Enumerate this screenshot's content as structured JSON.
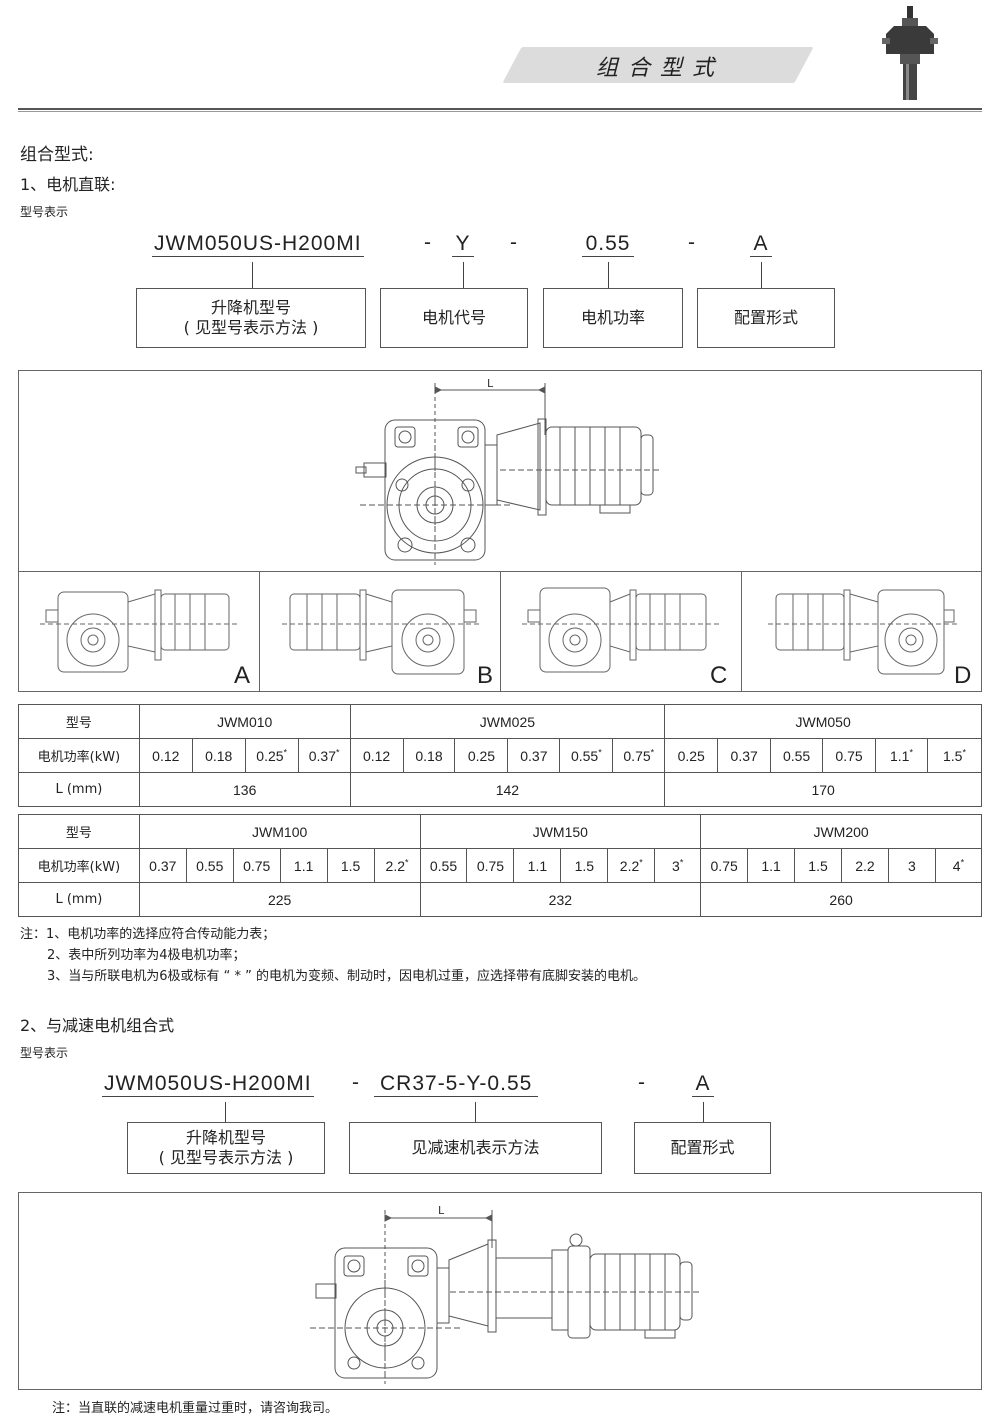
{
  "header": {
    "title": "组合型式"
  },
  "section_title": "组合型式:",
  "part1": {
    "heading": "1、电机直联:",
    "model_label": "型号表示",
    "model_parts": [
      "JWM050US-H200MI",
      "-",
      "Y",
      "-",
      "0.55",
      "-",
      "A"
    ],
    "boxes": [
      {
        "line1": "升降机型号",
        "line2": "( 见型号表示方法 )"
      },
      {
        "line1": "电机代号",
        "line2": ""
      },
      {
        "line1": "电机功率",
        "line2": ""
      },
      {
        "line1": "配置形式",
        "line2": ""
      }
    ],
    "dim_label": "L",
    "positions": [
      "A",
      "B",
      "C",
      "D"
    ]
  },
  "table1": {
    "row_labels": [
      "型号",
      "电机功率(kW)",
      "L (mm)"
    ],
    "groups": [
      {
        "model": "JWM010",
        "powers": [
          {
            "v": "0.12",
            "s": ""
          },
          {
            "v": "0.18",
            "s": ""
          },
          {
            "v": "0.25",
            "s": "*"
          },
          {
            "v": "0.37",
            "s": "*"
          }
        ],
        "L": "136"
      },
      {
        "model": "JWM025",
        "powers": [
          {
            "v": "0.12",
            "s": ""
          },
          {
            "v": "0.18",
            "s": ""
          },
          {
            "v": "0.25",
            "s": ""
          },
          {
            "v": "0.37",
            "s": ""
          },
          {
            "v": "0.55",
            "s": "*"
          },
          {
            "v": "0.75",
            "s": "*"
          }
        ],
        "L": "142"
      },
      {
        "model": "JWM050",
        "powers": [
          {
            "v": "0.25",
            "s": ""
          },
          {
            "v": "0.37",
            "s": ""
          },
          {
            "v": "0.55",
            "s": ""
          },
          {
            "v": "0.75",
            "s": ""
          },
          {
            "v": "1.1",
            "s": "*"
          },
          {
            "v": "1.5",
            "s": "*"
          }
        ],
        "L": "170"
      }
    ]
  },
  "table2": {
    "row_labels": [
      "型号",
      "电机功率(kW)",
      "L (mm)"
    ],
    "groups": [
      {
        "model": "JWM100",
        "powers": [
          {
            "v": "0.37",
            "s": ""
          },
          {
            "v": "0.55",
            "s": ""
          },
          {
            "v": "0.75",
            "s": ""
          },
          {
            "v": "1.1",
            "s": ""
          },
          {
            "v": "1.5",
            "s": ""
          },
          {
            "v": "2.2",
            "s": "*"
          }
        ],
        "L": "225"
      },
      {
        "model": "JWM150",
        "powers": [
          {
            "v": "0.55",
            "s": ""
          },
          {
            "v": "0.75",
            "s": ""
          },
          {
            "v": "1.1",
            "s": ""
          },
          {
            "v": "1.5",
            "s": ""
          },
          {
            "v": "2.2",
            "s": "*"
          },
          {
            "v": "3",
            "s": "*"
          }
        ],
        "L": "232"
      },
      {
        "model": "JWM200",
        "powers": [
          {
            "v": "0.75",
            "s": ""
          },
          {
            "v": "1.1",
            "s": ""
          },
          {
            "v": "1.5",
            "s": ""
          },
          {
            "v": "2.2",
            "s": ""
          },
          {
            "v": "3",
            "s": ""
          },
          {
            "v": "4",
            "s": "*"
          }
        ],
        "L": "260"
      }
    ]
  },
  "notes": [
    "注：1、电机功率的选择应符合传动能力表；",
    "2、表中所列功率为4极电机功率；",
    "3、当与所联电机为6极或标有 “ * ” 的电机为变频、制动时，因电机过重，应选择带有底脚安装的电机。"
  ],
  "part2": {
    "heading": "2、与减速电机组合式",
    "model_label": "型号表示",
    "model_parts": [
      "JWM050US-H200MI",
      "-",
      "CR37-5-Y-0.55",
      "-",
      "A"
    ],
    "boxes": [
      {
        "line1": "升降机型号",
        "line2": "( 见型号表示方法 )"
      },
      {
        "line1": "见减速机表示方法",
        "line2": ""
      },
      {
        "line1": "配置形式",
        "line2": ""
      }
    ],
    "dim_label": "L",
    "note": "注：当直联的减速电机重量过重时，请咨询我司。"
  }
}
